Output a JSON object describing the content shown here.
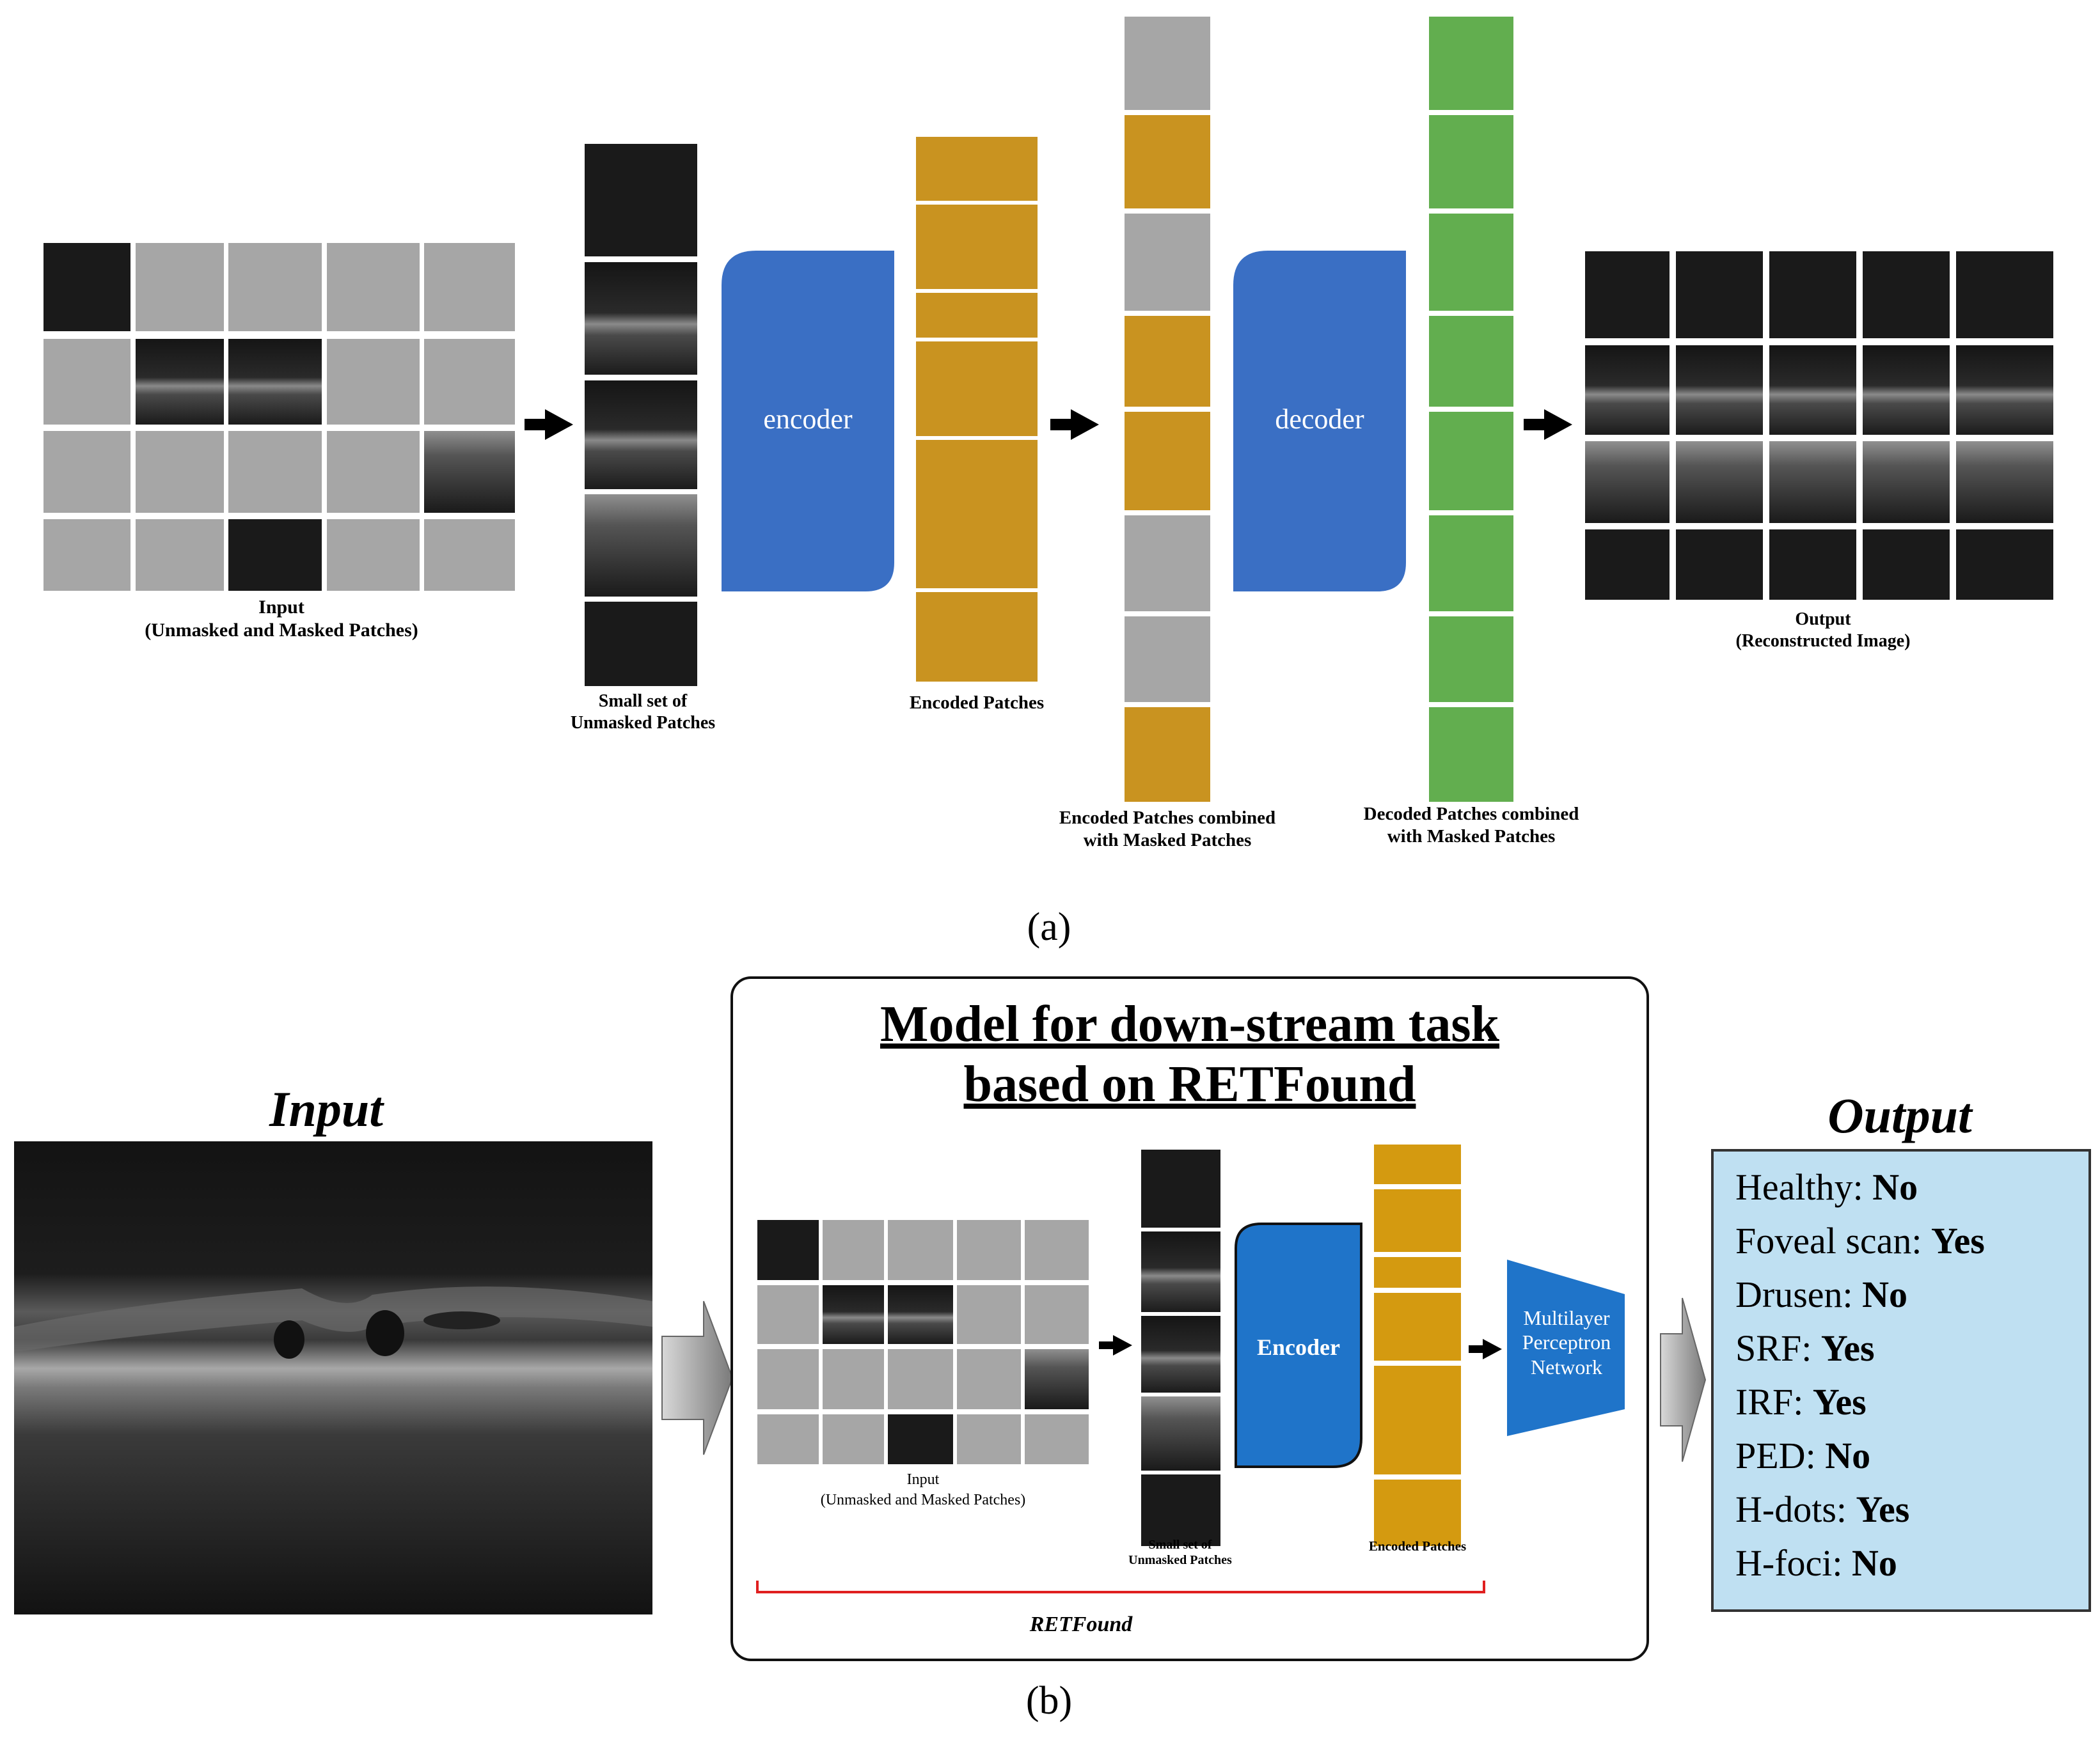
{
  "panel_a": {
    "input_label_1": "Input",
    "input_label_2": "(Unmasked and Masked Patches)",
    "small_set_1": "Small set of",
    "small_set_2": "Unmasked Patches",
    "encoder": "encoder",
    "encoded_patches": "Encoded Patches",
    "combined_enc_1": "Encoded Patches combined",
    "combined_enc_2": "with Masked Patches",
    "decoder": "decoder",
    "combined_dec_1": "Decoded Patches combined",
    "combined_dec_2": "with Masked Patches",
    "output_1": "Output",
    "output_2": "(Reconstructed Image)",
    "caption": "(a)"
  },
  "panel_b": {
    "input_title": "Input",
    "model_title_1": "Model for down-stream task",
    "model_title_2": "based on RETFound",
    "inner_input_1": "Input",
    "inner_input_2": "(Unmasked and Masked Patches)",
    "inner_small_1": "Small set of",
    "inner_small_2": "Unmasked Patches",
    "encoder": "Encoder",
    "encoded_patches": "Encoded Patches",
    "mlp_1": "Multilayer",
    "mlp_2": "Perceptron",
    "mlp_3": "Network",
    "retfound": "RETFound",
    "output_title": "Output",
    "outputs": [
      {
        "label": "Healthy:",
        "value": "No"
      },
      {
        "label": "Foveal scan:",
        "value": "Yes"
      },
      {
        "label": "Drusen:",
        "value": "No"
      },
      {
        "label": "SRF:",
        "value": "Yes"
      },
      {
        "label": "IRF:",
        "value": "Yes"
      },
      {
        "label": "PED:",
        "value": "No"
      },
      {
        "label": "H-dots:",
        "value": "Yes"
      },
      {
        "label": "H-foci:",
        "value": "No"
      }
    ],
    "caption": "(b)"
  },
  "colors": {
    "encoder_blue": "#3a6fc4",
    "encoded_gold": "#c99320",
    "masked_gray": "#a6a6a6",
    "decoded_green": "#62ae4f",
    "output_bg": "#bfe0f2",
    "retfound_bracket": "#e02020"
  }
}
